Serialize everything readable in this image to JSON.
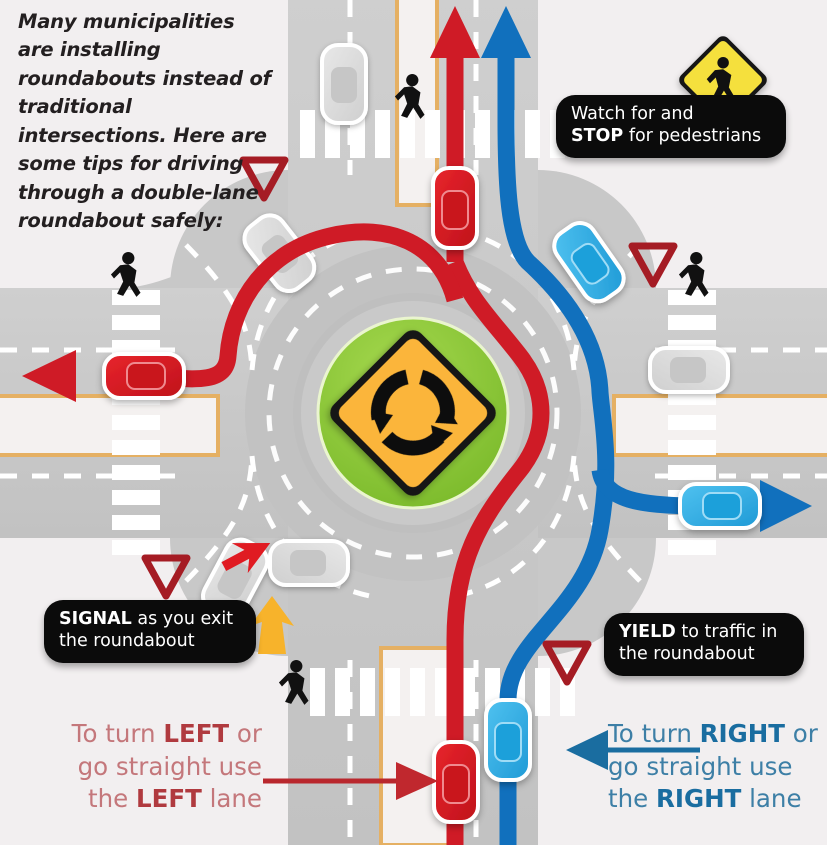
{
  "meta": {
    "title": "Double-lane roundabout driving tips",
    "bg_color": "#f2eff0"
  },
  "intro": {
    "text": "Many municipalities are installing roundabouts instead of traditional intersections. Here are some tips for driving through a double-lane roundabout safely:"
  },
  "callouts": [
    {
      "id": "stop",
      "line1_prefix": "Watch for and",
      "bold": "STOP",
      "line2_suffix": " for pedestrians"
    },
    {
      "id": "signal",
      "bold": "SIGNAL",
      "rest": " as you exit",
      "line2": "the roundabout"
    },
    {
      "id": "yield",
      "bold": "YIELD",
      "rest": " to traffic in",
      "line2": "the roundabout"
    }
  ],
  "legend": {
    "left": {
      "l1_a": "To turn ",
      "l1_b": "LEFT",
      "l1_c": " or",
      "l2": "go straight use",
      "l3_a": "the ",
      "l3_b": "LEFT",
      "l3_c": " lane",
      "color": "#b03a3f"
    },
    "right": {
      "l1_a": "To turn ",
      "l1_b": "RIGHT",
      "l1_c": " or",
      "l2": "go straight use",
      "l3_a": "the ",
      "l3_b": "RIGHT",
      "l3_c": " lane",
      "color": "#1a6da0"
    }
  },
  "signs": {
    "pedestrian_crossing": {
      "name": "pedestrian-crossing-sign",
      "shape": "diamond",
      "fill": "#f5e03c",
      "border": "#1a1a1a"
    },
    "roundabout_ahead": {
      "name": "roundabout-sign",
      "shape": "diamond",
      "fill": "#fbb53b",
      "border": "#151515",
      "arrows": 3
    },
    "yield": {
      "name": "yield-sign",
      "shape": "inverted-triangle",
      "stroke": "#a51c24",
      "count": 4
    }
  },
  "colors": {
    "road": "#c9c9c9",
    "road_dark": "#bdbdbd",
    "island_green": "#8dc63f",
    "island_ring": "#c4c4c4",
    "lane_line": "#ffffff",
    "median_line": "#e3b05a",
    "red_path": "#cf1b26",
    "blue_path": "#1170bd",
    "red_car": "#d81f26",
    "blue_car": "#29a8e0",
    "silver_car": "#d6d6d6",
    "pedestrian": "#111111",
    "signal_red_arrow": "#e01b22",
    "signal_amber_arrow": "#f7b32b"
  },
  "elements": {
    "cars": [
      {
        "name": "car-silver-north-approach",
        "color": "silver"
      },
      {
        "name": "car-red-north-queue",
        "color": "red"
      },
      {
        "name": "car-blue-north-entering",
        "color": "blue"
      },
      {
        "name": "car-red-west-exit",
        "color": "red"
      },
      {
        "name": "car-silver-northwest-circulating",
        "color": "silver"
      },
      {
        "name": "car-silver-east-approach",
        "color": "silver"
      },
      {
        "name": "car-blue-east-exit",
        "color": "blue"
      },
      {
        "name": "car-silver-southwest-exiting",
        "color": "silver"
      },
      {
        "name": "car-silver-south-circulating",
        "color": "silver"
      },
      {
        "name": "car-red-south-approach",
        "color": "red"
      },
      {
        "name": "car-blue-south-approach",
        "color": "blue"
      }
    ],
    "pedestrians": [
      {
        "name": "pedestrian-north-crosswalk"
      },
      {
        "name": "pedestrian-west-crosswalk"
      },
      {
        "name": "pedestrian-east-crosswalk"
      },
      {
        "name": "pedestrian-south-crosswalk"
      }
    ],
    "paths": [
      {
        "name": "red-left-turn-path",
        "color": "#cf1b26",
        "desc": "south approach -> inner lane -> west exit and north exit"
      },
      {
        "name": "blue-right-turn-path",
        "color": "#1170bd",
        "desc": "south approach -> outer lane -> east exit and north exit"
      }
    ],
    "arrows": [
      {
        "name": "legend-arrow-left",
        "color": "#b9272d",
        "direction": "right"
      },
      {
        "name": "legend-arrow-right",
        "color": "#1a6da0",
        "direction": "left"
      },
      {
        "name": "signal-arrow-turn",
        "color": "#e01b22",
        "direction": "up-right"
      },
      {
        "name": "signal-arrow-blinker",
        "color": "#f7b32b",
        "direction": "up"
      }
    ]
  }
}
